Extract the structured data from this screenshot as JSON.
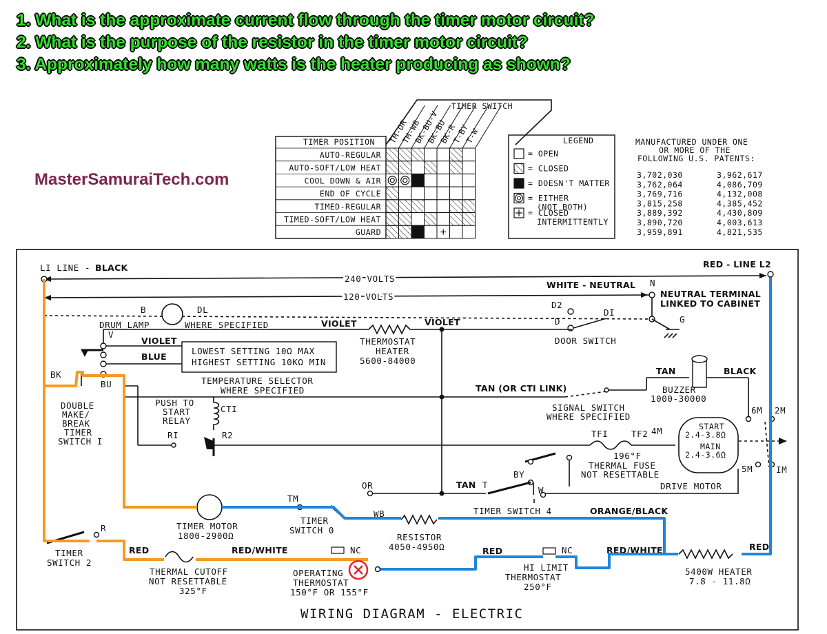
{
  "questions": [
    "1. What is the approximate current flow through the timer motor circuit?",
    "2. What is the purpose of the resistor in the timer motor circuit?",
    "3. Approximately how many watts is the heater producing as shown?"
  ],
  "brand": "MasterSamuraiTech.com",
  "timer_chart": {
    "title": "TIMER SWITCH",
    "position_header": "TIMER POSITION",
    "columns": [
      "TM-OR",
      "TM-WB",
      "BK-BU-V",
      "BK-BU",
      "BK-R",
      "T-BY",
      "T-W"
    ],
    "rows": [
      {
        "label": "AUTO-REGULAR",
        "cells": [
          "C",
          "C",
          "C",
          "O",
          "O",
          "C",
          "O"
        ]
      },
      {
        "label": "AUTO-SOFT/LOW HEAT",
        "cells": [
          "C",
          "C",
          "O",
          "C",
          "O",
          "C",
          "O"
        ]
      },
      {
        "label": "COOL DOWN & AIR",
        "cells": [
          "E",
          "E",
          "D",
          "O",
          "O",
          "O",
          "O"
        ]
      },
      {
        "label": "END OF CYCLE",
        "cells": [
          "C",
          "O",
          "O",
          "O",
          "O",
          "O",
          "O"
        ]
      },
      {
        "label": "TIMED-REGULAR",
        "cells": [
          "C",
          "C",
          "C",
          "O",
          "O",
          "C",
          "C"
        ]
      },
      {
        "label": "TIMED-SOFT/LOW HEAT",
        "cells": [
          "C",
          "C",
          "O",
          "C",
          "O",
          "C",
          "C"
        ]
      },
      {
        "label": "GUARD",
        "cells": [
          "C",
          "C",
          "D",
          "O",
          "I",
          "O",
          "O"
        ]
      }
    ]
  },
  "legend": {
    "title": "LEGEND",
    "items": [
      {
        "symbol": "open",
        "text": "= OPEN"
      },
      {
        "symbol": "closed",
        "text": "= CLOSED"
      },
      {
        "symbol": "dont",
        "text": "= DOESN'T MATTER"
      },
      {
        "symbol": "either",
        "text": "= EITHER",
        "text2": "(NOT BOTH)"
      },
      {
        "symbol": "plus",
        "text": "= CLOSED",
        "text2": "INTERMITTENTLY"
      }
    ]
  },
  "patents": {
    "heading1": "MANUFACTURED UNDER ONE",
    "heading2": "OR MORE OF THE",
    "heading3": "FOLLOWING U.S. PATENTS:",
    "col1": [
      "3,702,030",
      "3,762,064",
      "3,769,716",
      "3,815,258",
      "3,889,392",
      "3,890,720",
      "3,959,891"
    ],
    "col2": [
      "3,962,617",
      "4,086,709",
      "4,132,008",
      "4,385,452",
      "4,430,809",
      "4,003,613",
      "4,821,535"
    ]
  },
  "diagram": {
    "l1": "LI LINE - ",
    "l1_color": "BLACK",
    "l2": "RED - LINE L2",
    "v240": "240 VOLTS",
    "v120": "120 VOLTS",
    "neutral": "WHITE - NEUTRAL",
    "n_label": "N",
    "neutral_terminal": "NEUTRAL TERMINAL",
    "linked": "LINKED TO CABINET",
    "b": "B",
    "dl": "DL",
    "drum_lamp": "DRUM LAMP",
    "where_specified": "WHERE SPECIFIED",
    "d2": "D2",
    "d": "D",
    "di": "DI",
    "g": "G",
    "door_switch": "DOOR SWITCH",
    "violet": "VIOLET",
    "violet2": "VIOLET",
    "violet3": "VIOLET",
    "v": "V",
    "blue": "BLUE",
    "thermostat_heater": "THERMOSTAT",
    "heater_word": "HEATER",
    "heater_ohms": "5600-84000",
    "lowest": "LOWEST SETTING  10Ω MAX",
    "highest": "HIGHEST SETTING  10KΩ MIN",
    "bk": "BK",
    "bu": "BU",
    "temp_selector": "TEMPERATURE SELECTOR",
    "temp_where": "WHERE SPECIFIED",
    "double": "DOUBLE",
    "make": "MAKE/",
    "break": "BREAK",
    "timer": "TIMER",
    "switch1": "SWITCH I",
    "push": "PUSH TO",
    "start": "START",
    "relay": "RELAY",
    "cti": "CTI",
    "r1": "RI",
    "r2": "R2",
    "tan_ct1": "TAN (OR CTI LINK)",
    "signal": "SIGNAL SWITCH",
    "signal_where": "WHERE SPECIFIED",
    "tan": "TAN",
    "black": "BLACK",
    "buzzer": "BUZZER",
    "buzzer_ohms": "1000-30000",
    "m6": "6M",
    "m2": "2M",
    "m4": "4M",
    "m5": "5M",
    "m1": "IM",
    "tf1": "TFI",
    "tf2": "TF2",
    "start_w": "START",
    "start_ohm": "2.4-3.8Ω",
    "main_w": "MAIN",
    "main_ohm": "2.4-3.6Ω",
    "fuse_temp": "196°F",
    "fuse1": "THERMAL FUSE",
    "fuse2": "NOT RESETTABLE",
    "drive_motor": "DRIVE MOTOR",
    "or": "OR",
    "tan_t": "TAN",
    "t": "T",
    "by": "BY",
    "w": "W",
    "tm": "TM",
    "timer_motor": "TIMER MOTOR",
    "timer_motor_ohms": "1800-2900Ω",
    "timer_sw0a": "TIMER",
    "timer_sw0b": "SWITCH 0",
    "wb": "WB",
    "resistor": "RESISTOR",
    "resistor_ohms": "4050-4950Ω",
    "timer_sw4": "TIMER SWITCH 4",
    "orange_black": "ORANGE/BLACK",
    "r": "R",
    "timer_sw2a": "TIMER",
    "timer_sw2b": "SWITCH 2",
    "red1": "RED",
    "red_white1": "RED/WHITE",
    "nc1": "NC",
    "red2": "RED",
    "nc2": "NC",
    "red_white2": "RED/WHITE",
    "red3": "RED",
    "cutoff1": "THERMAL CUTOFF",
    "cutoff2": "NOT RESETTABLE",
    "cutoff3": "325°F",
    "op1": "OPERATING",
    "op2": "THERMOSTAT",
    "op3": "150°F OR 155°F",
    "hi1": "HI LIMIT",
    "hi2": "THERMOSTAT",
    "hi3": "250°F",
    "heater1": "5400W HEATER",
    "heater2": "7.8 - 11.8Ω",
    "title": "WIRING DIAGRAM - ELECTRIC"
  },
  "colors": {
    "question_green": "#34e02c",
    "brand": "#7d2450",
    "orange_path": "#f39a24",
    "blue_path": "#1d87e0",
    "open_marker": "#e8222a"
  }
}
